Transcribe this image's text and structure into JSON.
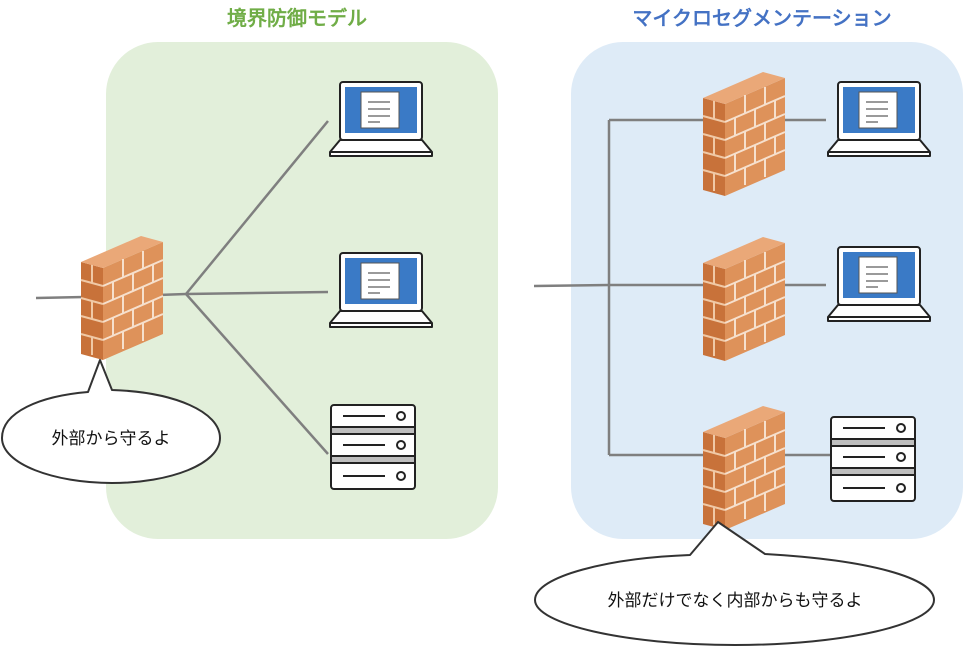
{
  "left_panel": {
    "title": "境界防御モデル",
    "bubble_text": "外部から守るよ"
  },
  "right_panel": {
    "title": "マイクロセグメンテーション",
    "bubble_text": "外部だけでなく内部からも守るよ"
  },
  "colors": {
    "left_title": "#70ad47",
    "right_title": "#4472c4",
    "left_bg": "#e2efda",
    "right_bg": "#deebf7",
    "line": "#7f7f7f",
    "screen": "#3a7ac6",
    "brick": "#d98b4e"
  },
  "icons": {
    "firewall": "brick-firewall-icon",
    "laptop": "laptop-icon",
    "server": "server-icon"
  }
}
